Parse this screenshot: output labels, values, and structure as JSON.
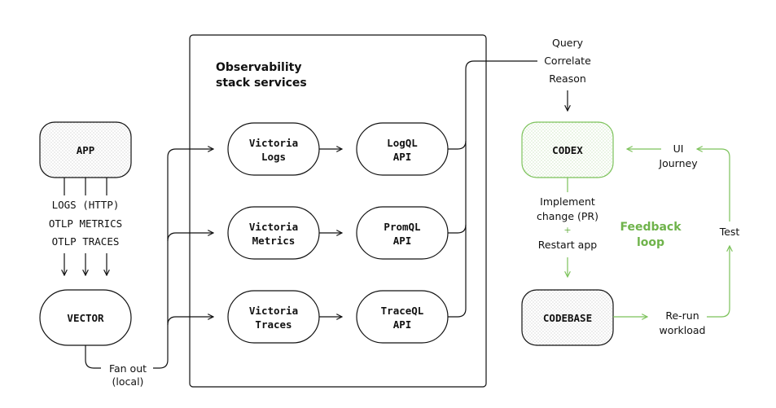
{
  "colors": {
    "ink": "#111111",
    "green": "#7cc25a",
    "green_text": "#6fb34b",
    "panel_fill": "#ffffff",
    "stipple": "#cfcfcf"
  },
  "left": {
    "app": "APP",
    "signals": [
      "LOGS (HTTP)",
      "OTLP METRICS",
      "OTLP TRACES"
    ],
    "vector": "VECTOR",
    "fan_out": [
      "Fan out",
      "(local)"
    ]
  },
  "stack": {
    "title": [
      "Observability",
      "stack services"
    ],
    "services": [
      {
        "store": [
          "Victoria",
          "Logs"
        ],
        "api": [
          "LogQL",
          "API"
        ]
      },
      {
        "store": [
          "Victoria",
          "Metrics"
        ],
        "api": [
          "PromQL",
          "API"
        ]
      },
      {
        "store": [
          "Victoria",
          "Traces"
        ],
        "api": [
          "TraceQL",
          "API"
        ]
      }
    ]
  },
  "right": {
    "query": [
      "Query",
      "Correlate",
      "Reason"
    ],
    "codex": "CODEX",
    "implement": [
      "Implement",
      "change (PR)",
      "+",
      "Restart app"
    ],
    "codebase": "CODEBASE",
    "rerun": [
      "Re-run",
      "workload"
    ],
    "test": "Test",
    "ui_journey": [
      "UI",
      "Journey"
    ],
    "feedback": [
      "Feedback",
      "loop"
    ]
  }
}
